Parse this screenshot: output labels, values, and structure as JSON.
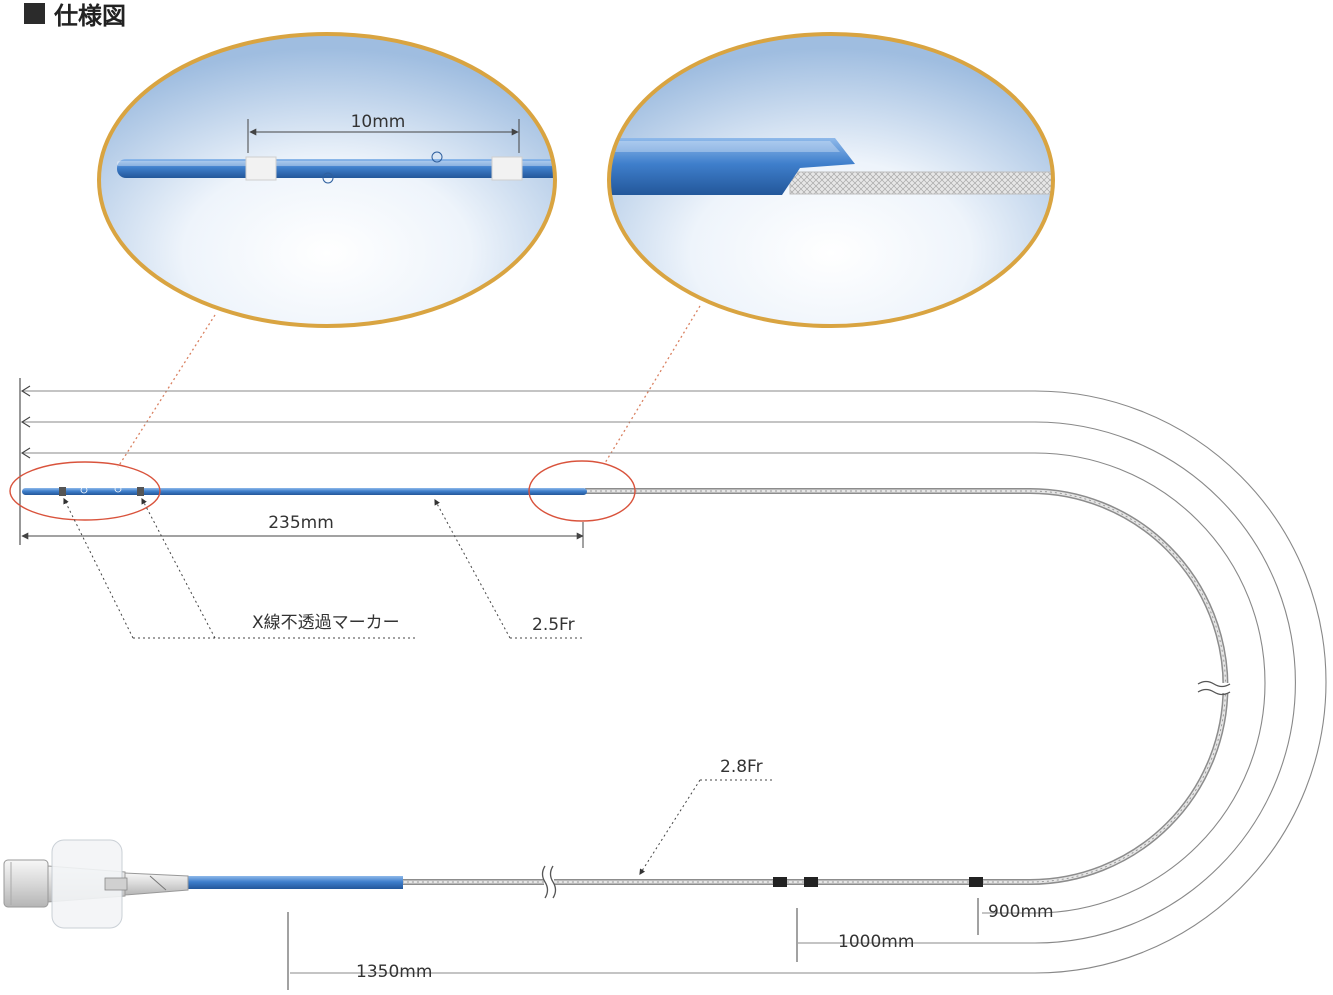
{
  "heading": "仕様図",
  "zoom_tip": {
    "dimension": "10mm"
  },
  "catheter": {
    "length_235": "235mm",
    "marker_label": "X線不透過マーカー",
    "size_tip": "2.5Fr",
    "size_body": "2.8Fr",
    "length_900": "900mm",
    "length_1000": "1000mm",
    "length_1350": "1350mm"
  },
  "colors": {
    "catheter_blue": "#3f7fcc",
    "lens_border": "#d9a441",
    "callout_red": "#d9533c",
    "wire_gray": "#8c8c8c"
  }
}
